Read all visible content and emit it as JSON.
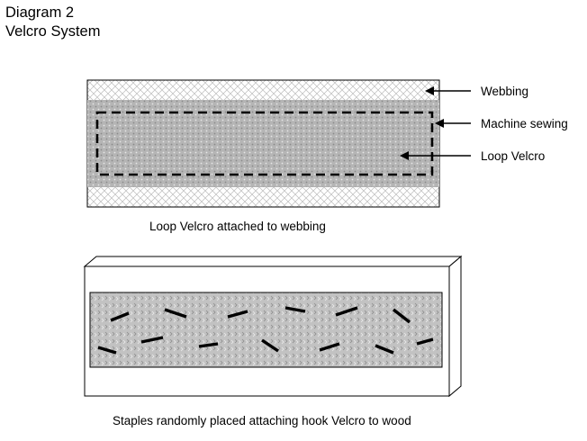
{
  "title": {
    "line1": "Diagram 2",
    "line2": "Velcro System"
  },
  "diagram_top": {
    "labels": {
      "webbing": "Webbing",
      "machine_sewing": "Machine sewing",
      "loop_velcro": "Loop Velcro"
    },
    "caption": "Loop Velcro attached to webbing"
  },
  "diagram_bottom": {
    "caption": "Staples randomly placed attaching hook Velcro to wood"
  }
}
